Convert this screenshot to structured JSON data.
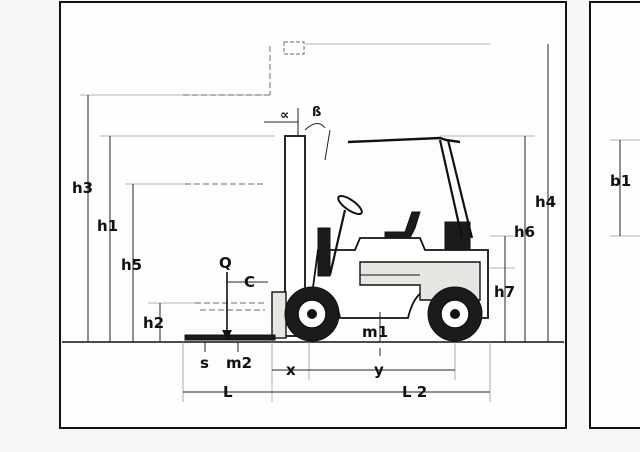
{
  "labels": {
    "h3": "h3",
    "h1": "h1",
    "h5": "h5",
    "h2": "h2",
    "h4": "h4",
    "h6": "h6",
    "h7": "h7",
    "q": "Q",
    "c": "C",
    "s": "s",
    "m2": "m2",
    "m1": "m1",
    "x": "x",
    "y": "y",
    "l": "L",
    "l2": "L 2",
    "alpha": "∝",
    "beta": "ß",
    "b1": "b1"
  }
}
